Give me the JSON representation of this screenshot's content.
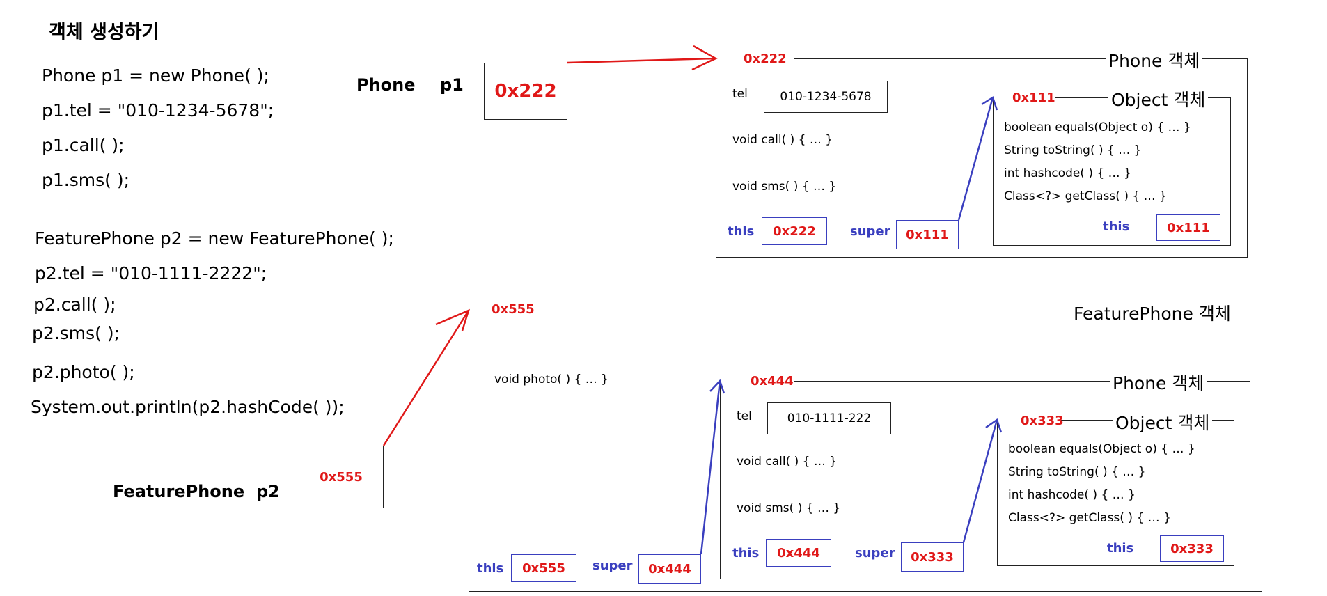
{
  "title": "객체 생성하기",
  "code_phone": [
    "Phone p1 = new Phone( );",
    "p1.tel = \"010-1234-5678\";",
    "p1.call( );",
    "p1.sms( );"
  ],
  "code_feature": [
    "FeaturePhone p2 = new FeaturePhone( );",
    "p2.tel = \"010-1111-2222\";",
    "p2.call( );",
    "p2.sms( );",
    "p2.photo( );",
    "System.out.println(p2.hashCode( ));"
  ],
  "var_p1": {
    "type": "Phone",
    "name": "p1",
    "value": "0x222"
  },
  "var_p2": {
    "type": "FeaturePhone",
    "name": "p2",
    "value": "0x555"
  },
  "phone1": {
    "addr": "0x222",
    "title": "Phone 객체",
    "tel_label": "tel",
    "tel_value": "010-1234-5678",
    "methods": [
      "void call( ) { … }",
      "void sms( ) { … }"
    ],
    "this_label": "this",
    "this_value": "0x222",
    "super_label": "super",
    "super_value": "0x111",
    "object": {
      "addr": "0x111",
      "title": "Object 객체",
      "methods": [
        "boolean equals(Object o) { … }",
        "String toString( ) { … }",
        "int hashcode( ) { … }",
        "Class<?> getClass( ) { … }"
      ],
      "this_label": "this",
      "this_value": "0x111"
    }
  },
  "feature": {
    "addr": "0x555",
    "title": "FeaturePhone 객체",
    "method": "void photo( ) { … }",
    "this_label": "this",
    "this_value": "0x555",
    "super_label": "super",
    "super_value": "0x444",
    "phone": {
      "addr": "0x444",
      "title": "Phone 객체",
      "tel_label": "tel",
      "tel_value": "010-1111-222",
      "methods": [
        "void call( ) { … }",
        "void sms( ) { … }"
      ],
      "this_label": "this",
      "this_value": "0x444",
      "super_label": "super",
      "super_value": "0x333",
      "object": {
        "addr": "0x333",
        "title": "Object 객체",
        "methods": [
          "boolean equals(Object o) { … }",
          "String toString( ) { … }",
          "int hashcode( ) { … }",
          "Class<?> getClass( ) { … }"
        ],
        "this_label": "this",
        "this_value": "0x333"
      }
    }
  },
  "colors": {
    "address": "#e01818",
    "keyword": "#3a3fbf",
    "red_arrow": "#e01818",
    "blue_arrow": "#3a3fbf"
  }
}
